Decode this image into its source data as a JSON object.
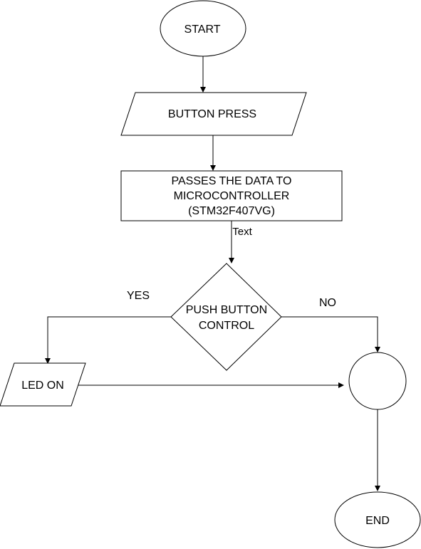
{
  "nodes": {
    "start": {
      "label": "START",
      "shape": "ellipse"
    },
    "button_press": {
      "label": "BUTTON PRESS",
      "shape": "parallelogram"
    },
    "passes_data": {
      "shape": "rectangle",
      "lines": [
        "PASSES THE DATA TO",
        "MICROCONTROLLER",
        "(STM32F407VG)"
      ]
    },
    "decision": {
      "shape": "diamond",
      "lines": [
        "PUSH BUTTON",
        "CONTROL"
      ]
    },
    "led_on": {
      "label": "LED ON",
      "shape": "parallelogram"
    },
    "connector": {
      "label": "",
      "shape": "circle"
    },
    "end": {
      "label": "END",
      "shape": "ellipse"
    }
  },
  "edge_labels": {
    "text_label": "Text",
    "yes": "YES",
    "no": "NO"
  },
  "colors": {
    "stroke": "#000000",
    "fill": "#ffffff",
    "text": "#000000"
  }
}
